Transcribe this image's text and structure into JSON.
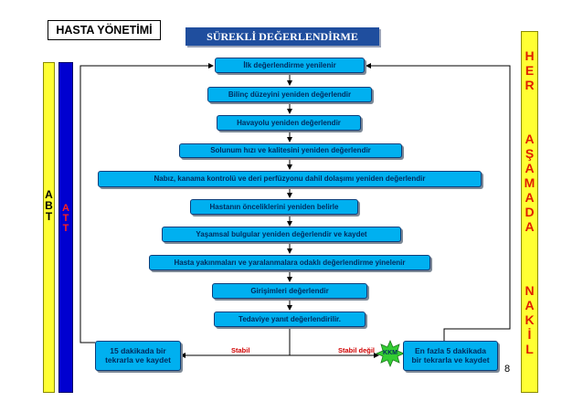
{
  "title": "HASTA YÖNETİMİ",
  "subtitle": "SÜREKLİ DEĞERLENDİRME",
  "left_bars": {
    "abt_letters": [
      "A",
      "B",
      "T"
    ],
    "att_letters": [
      "A",
      "T",
      "T"
    ]
  },
  "right_bar": {
    "top_letters": [
      "H",
      "E",
      "R"
    ],
    "middle_letters": [
      "A",
      "Ş",
      "A",
      "M",
      "A",
      "D",
      "A"
    ],
    "bottom_letters": [
      "N",
      "A",
      "K",
      "İ",
      "L"
    ]
  },
  "steps": [
    "İlk değerlendirme yenilenir",
    "Bilinç düzeyini yeniden değerlendir",
    "Havayolu yeniden değerlendir",
    "Solunum hızı ve kalitesini yeniden değerlendir",
    "Nabız, kanama kontrolü ve deri perfüzyonu dahil dolaşımı yeniden değerlendir",
    "Hastanın önceliklerini yeniden belirle",
    "Yaşamsal bulgular yeniden değerlendir ve kaydet",
    "Hasta yakınmaları ve yaralanmalara odaklı değerlendirme yinelenir",
    "Girişimleri değerlendir",
    "Tedaviye yanıt değerlendirilir."
  ],
  "stable_box": "15 dakikada bir tekrarla ve kaydet",
  "unstable_box": "En fazla 5 dakikada bir tekrarla ve kaydet",
  "stable_label": "Stabil",
  "unstable_label": "Stabil değil",
  "kkm_label": "KKM",
  "page_number": "8",
  "colors": {
    "step_fill": "#00b0f0",
    "abt_bar": "#ffff33",
    "att_bar": "#0000d0",
    "edge_label": "#d00000",
    "kkm_star": "#33cc33"
  }
}
